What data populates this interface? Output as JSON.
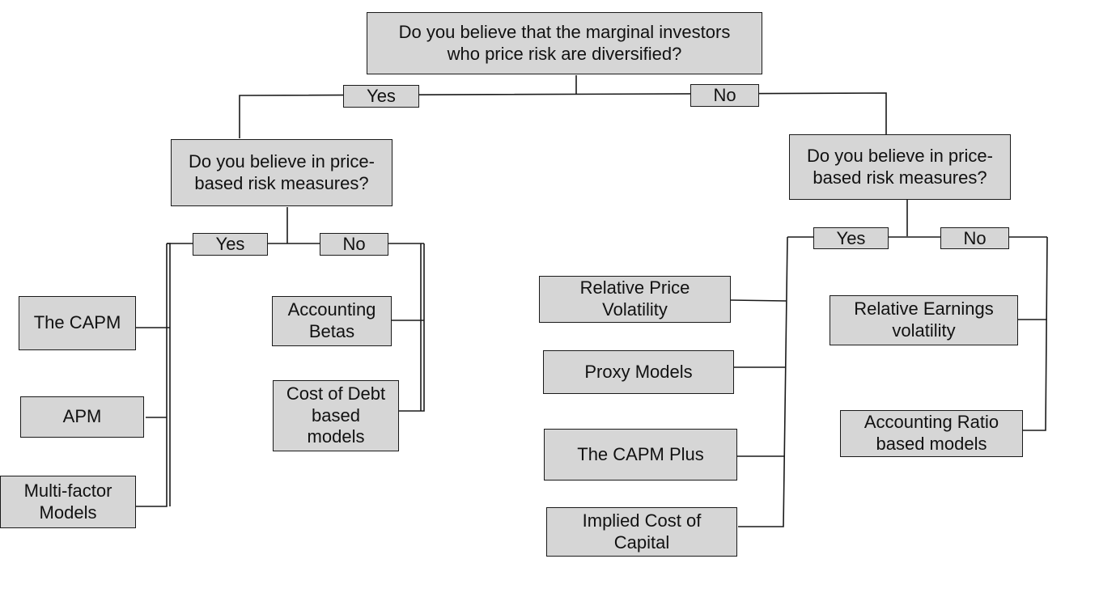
{
  "colors": {
    "box_fill": "#d6d6d6",
    "border": "#1a1a1a",
    "line": "#1a1a1a"
  },
  "root": {
    "question": "Do you believe that the marginal investors\nwho price risk are diversified?",
    "yes": "Yes",
    "no": "No"
  },
  "left": {
    "question": "Do you believe in price-\nbased risk measures?",
    "yes": "Yes",
    "no": "No",
    "yes_models": [
      "The CAPM",
      "APM",
      "Multi-factor\nModels"
    ],
    "no_models": [
      "Accounting\nBetas",
      "Cost of Debt\nbased\nmodels"
    ]
  },
  "right": {
    "question": "Do you believe in price-\nbased risk measures?",
    "yes": "Yes",
    "no": "No",
    "yes_models": [
      "Relative Price\nVolatility",
      "Proxy Models",
      "The CAPM Plus",
      "Implied Cost of\nCapital"
    ],
    "no_models": [
      "Relative Earnings\nvolatility",
      "Accounting Ratio\nbased models"
    ]
  }
}
